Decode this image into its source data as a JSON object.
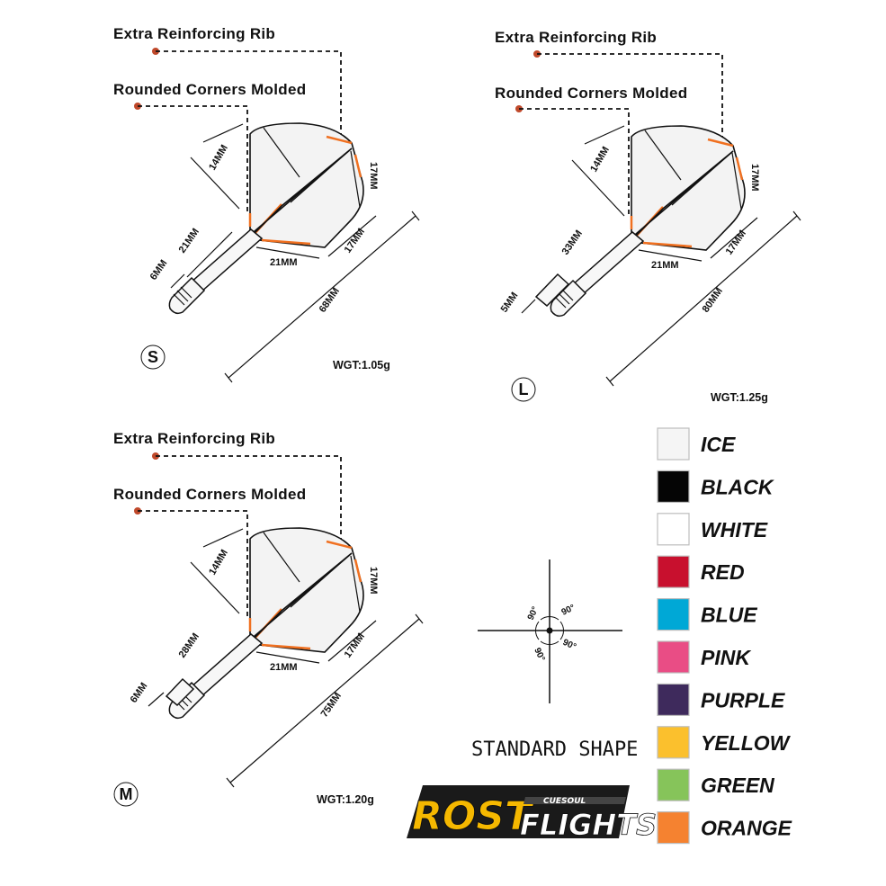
{
  "annotations": {
    "rib": "Extra Reinforcing Rib",
    "corners": "Rounded Corners Molded"
  },
  "variants": [
    {
      "size": "S",
      "weight": "WGT:1.05g",
      "dims": {
        "top": "14MM",
        "stem": "21MM",
        "tip": "6MM",
        "flight_w": "21MM",
        "flight_side": "17MM",
        "flight_h": "17MM",
        "total": "68MM"
      }
    },
    {
      "size": "L",
      "weight": "WGT:1.25g",
      "dims": {
        "top": "14MM",
        "stem": "33MM",
        "tip": "5MM",
        "flight_w": "21MM",
        "flight_side": "17MM",
        "flight_h": "17MM",
        "total": "80MM"
      }
    },
    {
      "size": "M",
      "weight": "WGT:1.20g",
      "dims": {
        "top": "14MM",
        "stem": "28MM",
        "tip": "6MM",
        "flight_w": "21MM",
        "flight_side": "17MM",
        "flight_h": "17MM",
        "total": "75MM"
      }
    }
  ],
  "standard_shape": {
    "label": "STANDARD SHAPE",
    "angles": [
      "90°",
      "90°",
      "90°",
      "90°"
    ]
  },
  "colors": [
    {
      "name": "ICE",
      "hex": "#f5f5f5"
    },
    {
      "name": "BLACK",
      "hex": "#050505"
    },
    {
      "name": "WHITE",
      "hex": "#ffffff"
    },
    {
      "name": "RED",
      "hex": "#c8102e"
    },
    {
      "name": "BLUE",
      "hex": "#00a8d6"
    },
    {
      "name": "PINK",
      "hex": "#e94d85"
    },
    {
      "name": "PURPLE",
      "hex": "#3e2a5c"
    },
    {
      "name": "YELLOW",
      "hex": "#fbc02d"
    },
    {
      "name": "GREEN",
      "hex": "#86c45a"
    },
    {
      "name": "ORANGE",
      "hex": "#f58230"
    }
  ],
  "logo": {
    "main": "ROST",
    "sub": "FLIGHTS",
    "brand": "CUESOUL"
  },
  "accent": "#f07020",
  "marker": "#c0492b"
}
